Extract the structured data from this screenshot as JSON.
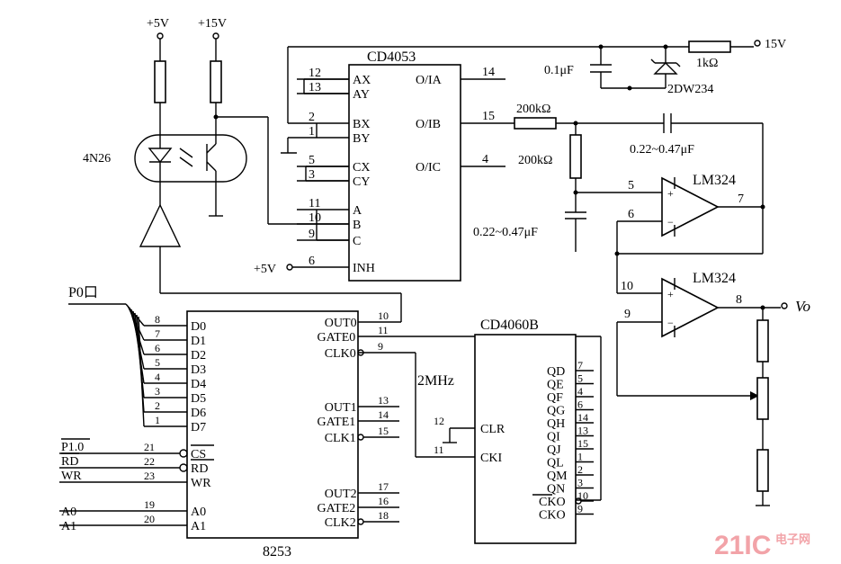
{
  "supply": {
    "p5": "+5V",
    "p15": "+15V",
    "p5_inh": "+5V",
    "v15": "15V"
  },
  "opto": {
    "name": "4N26"
  },
  "cd4053": {
    "name": "CD4053",
    "pins_left": [
      {
        "pin": "12",
        "label": "AX"
      },
      {
        "pin": "13",
        "label": "AY"
      },
      {
        "pin": "2",
        "label": "BX"
      },
      {
        "pin": "1",
        "label": "BY"
      },
      {
        "pin": "5",
        "label": "CX"
      },
      {
        "pin": "3",
        "label": "CY"
      },
      {
        "pin": "11",
        "label": "A"
      },
      {
        "pin": "10",
        "label": "B"
      },
      {
        "pin": "9",
        "label": "C"
      },
      {
        "pin": "6",
        "label": "INH"
      }
    ],
    "pins_right": [
      {
        "pin": "14",
        "label": "O/IA"
      },
      {
        "pin": "15",
        "label": "O/IB"
      },
      {
        "pin": "4",
        "label": "O/IC"
      }
    ]
  },
  "components": {
    "c1": "0.1μF",
    "zener": "2DW234",
    "r1k": "1kΩ",
    "r200a": "200kΩ",
    "r200b": "200kΩ",
    "cf1": "0.22~0.47μF",
    "cf2": "0.22~0.47μF"
  },
  "opamp1": {
    "name": "LM324",
    "pin_in1": "5",
    "pin_in2": "6",
    "pin_out": "7"
  },
  "opamp2": {
    "name": "LM324",
    "pin_in1": "10",
    "pin_in2": "9",
    "pin_out": "8"
  },
  "output": {
    "label": "Vo"
  },
  "p0": {
    "label": "P0口"
  },
  "i8253": {
    "name": "8253",
    "data": [
      {
        "pin": "8",
        "label": "D0"
      },
      {
        "pin": "7",
        "label": "D1"
      },
      {
        "pin": "6",
        "label": "D2"
      },
      {
        "pin": "5",
        "label": "D3"
      },
      {
        "pin": "4",
        "label": "D4"
      },
      {
        "pin": "3",
        "label": "D5"
      },
      {
        "pin": "2",
        "label": "D6"
      },
      {
        "pin": "1",
        "label": "D7"
      }
    ],
    "ctrl": [
      {
        "sig": "P1.0",
        "pin": "21",
        "label": "CS"
      },
      {
        "sig": "RD",
        "pin": "22",
        "label": "RD"
      },
      {
        "sig": "WR",
        "pin": "23",
        "label": "WR"
      }
    ],
    "addr": [
      {
        "sig": "A0",
        "pin": "19",
        "label": "A0"
      },
      {
        "sig": "A1",
        "pin": "20",
        "label": "A1"
      }
    ],
    "right": [
      {
        "pin": "10",
        "label": "OUT0"
      },
      {
        "pin": "11",
        "label": "GATE0"
      },
      {
        "pin": "9",
        "label": "CLK0"
      },
      {
        "pin": "13",
        "label": "OUT1"
      },
      {
        "pin": "14",
        "label": "GATE1"
      },
      {
        "pin": "15",
        "label": "CLK1"
      },
      {
        "pin": "17",
        "label": "OUT2"
      },
      {
        "pin": "16",
        "label": "GATE2"
      },
      {
        "pin": "18",
        "label": "CLK2"
      }
    ]
  },
  "clock": {
    "label": "2MHz"
  },
  "cd4060": {
    "name": "CD4060B",
    "left": [
      {
        "pin": "12",
        "label": "CLR"
      },
      {
        "pin": "11",
        "label": "CKI"
      }
    ],
    "right": [
      {
        "pin": "7",
        "label": "QD"
      },
      {
        "pin": "5",
        "label": "QE"
      },
      {
        "pin": "4",
        "label": "QF"
      },
      {
        "pin": "6",
        "label": "QG"
      },
      {
        "pin": "14",
        "label": "QH"
      },
      {
        "pin": "13",
        "label": "QI"
      },
      {
        "pin": "15",
        "label": "QJ"
      },
      {
        "pin": "1",
        "label": "QL"
      },
      {
        "pin": "2",
        "label": "QM"
      },
      {
        "pin": "3",
        "label": "QN"
      },
      {
        "pin": "10",
        "label": "CKO"
      },
      {
        "pin": "9",
        "label": "CKO"
      }
    ]
  },
  "watermark": {
    "text": "21IC",
    "sub": "电子网"
  }
}
